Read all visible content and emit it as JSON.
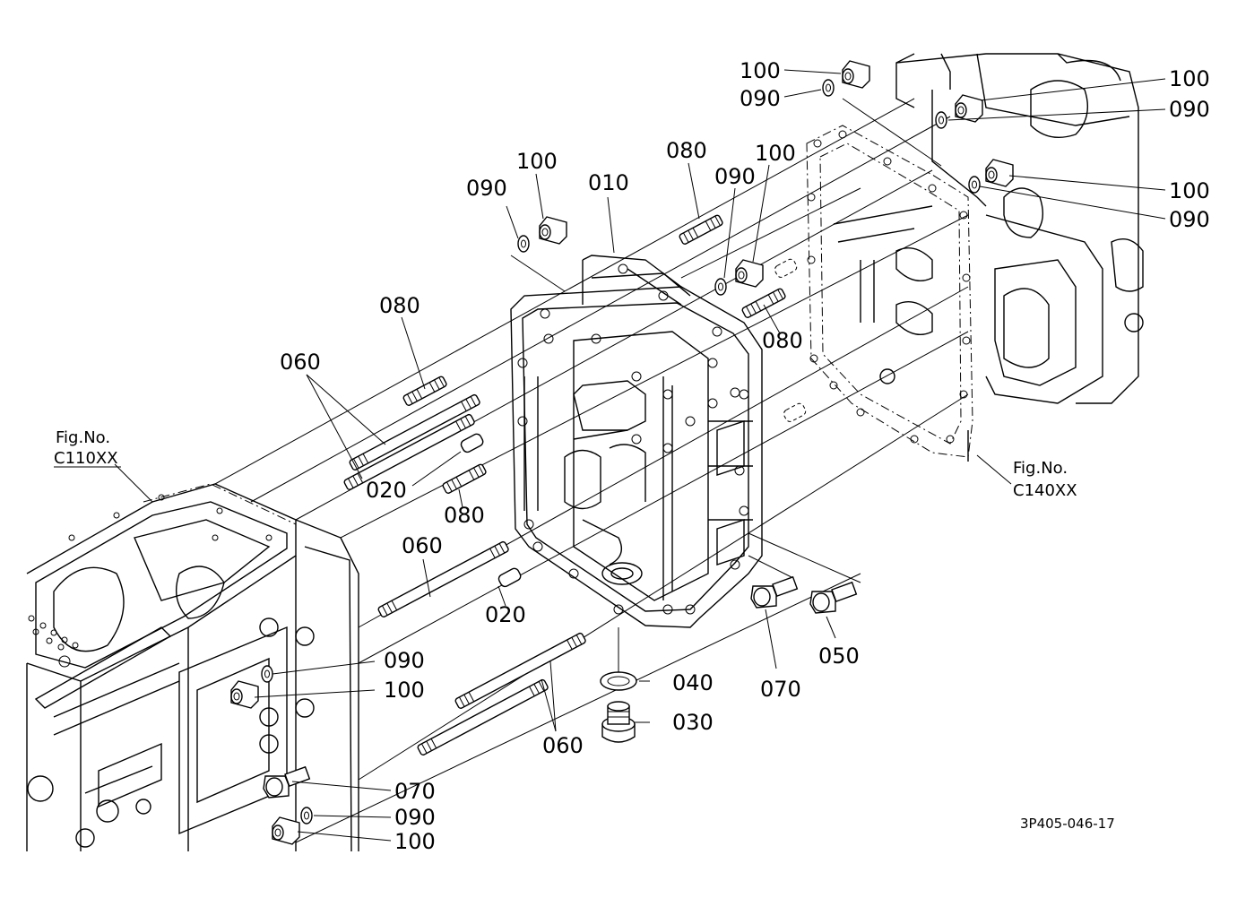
{
  "callouts": [
    {
      "id": "c100a",
      "text": "100"
    },
    {
      "id": "c090a",
      "text": "090"
    },
    {
      "id": "c100b",
      "text": "100"
    },
    {
      "id": "c090b",
      "text": "090"
    },
    {
      "id": "c100c",
      "text": "100"
    },
    {
      "id": "c090c",
      "text": "090"
    },
    {
      "id": "c080a",
      "text": "080"
    },
    {
      "id": "c100d",
      "text": "100"
    },
    {
      "id": "c090d",
      "text": "090"
    },
    {
      "id": "c090e",
      "text": "090"
    },
    {
      "id": "c100e",
      "text": "100"
    },
    {
      "id": "c010",
      "text": "010"
    },
    {
      "id": "c080b",
      "text": "080"
    },
    {
      "id": "c080c",
      "text": "080"
    },
    {
      "id": "c060a",
      "text": "060"
    },
    {
      "id": "c020a",
      "text": "020"
    },
    {
      "id": "c080d",
      "text": "080"
    },
    {
      "id": "c060b",
      "text": "060"
    },
    {
      "id": "c020b",
      "text": "020"
    },
    {
      "id": "c050",
      "text": "050"
    },
    {
      "id": "c070a",
      "text": "070"
    },
    {
      "id": "c040",
      "text": "040"
    },
    {
      "id": "c030",
      "text": "030"
    },
    {
      "id": "c060c",
      "text": "060"
    },
    {
      "id": "c090f",
      "text": "090"
    },
    {
      "id": "c100f",
      "text": "100"
    },
    {
      "id": "c070b",
      "text": "070"
    },
    {
      "id": "c090g",
      "text": "090"
    },
    {
      "id": "c100g",
      "text": "100"
    }
  ],
  "figure_refs": {
    "left": {
      "line1": "Fig.No.",
      "line2": "C110XX"
    },
    "right": {
      "line1": "Fig.No.",
      "line2": "C140XX"
    }
  },
  "drawing_code": "3P405-046-17"
}
